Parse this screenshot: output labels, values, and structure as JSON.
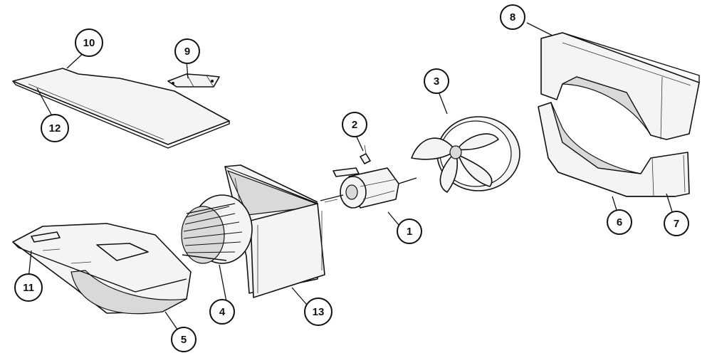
{
  "diagram": {
    "parts": [
      {
        "number": "1",
        "part": "motor"
      },
      {
        "number": "2",
        "part": "clip"
      },
      {
        "number": "3",
        "part": "fan-blade"
      },
      {
        "number": "4",
        "part": "blower-wheel"
      },
      {
        "number": "5",
        "part": "blower-scroll-lower"
      },
      {
        "number": "6",
        "part": "shroud-lower"
      },
      {
        "number": "7",
        "part": "shroud-side"
      },
      {
        "number": "8",
        "part": "shroud-upper"
      },
      {
        "number": "9",
        "part": "bracket"
      },
      {
        "number": "10",
        "part": "top-panel"
      },
      {
        "number": "11",
        "part": "scroll-panel-edge"
      },
      {
        "number": "12",
        "part": "top-panel-edge"
      },
      {
        "number": "13",
        "part": "motor-mount-housing"
      }
    ]
  }
}
